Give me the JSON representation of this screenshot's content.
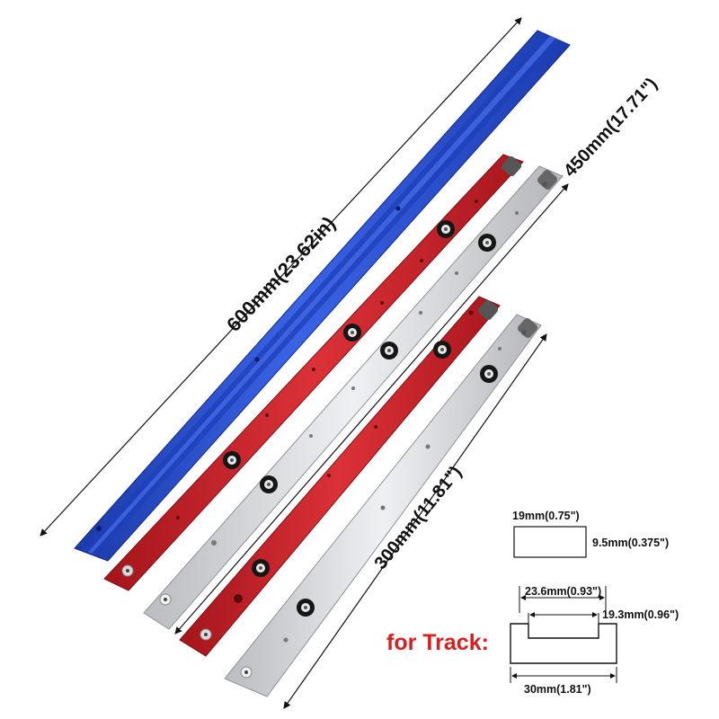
{
  "dimensions": {
    "length_600": "600mm(23.62in)",
    "length_450": "450mm(17.71\")",
    "length_300": "300mm(11.81\")"
  },
  "bar_profile": {
    "width": "19mm(0.75\")",
    "height": "9.5mm(0.375\")"
  },
  "track_profile": {
    "label": "for Track:",
    "top_width": "23.6mm(0.93\")",
    "slot_width": "19.3mm(0.96\")",
    "bottom_width": "30mm(1.81\")"
  },
  "colors": {
    "track": "#2a4fd0",
    "red_bar": "#c8232a",
    "silver_bar": "#d9dbde",
    "accent_text": "#d8201f"
  }
}
